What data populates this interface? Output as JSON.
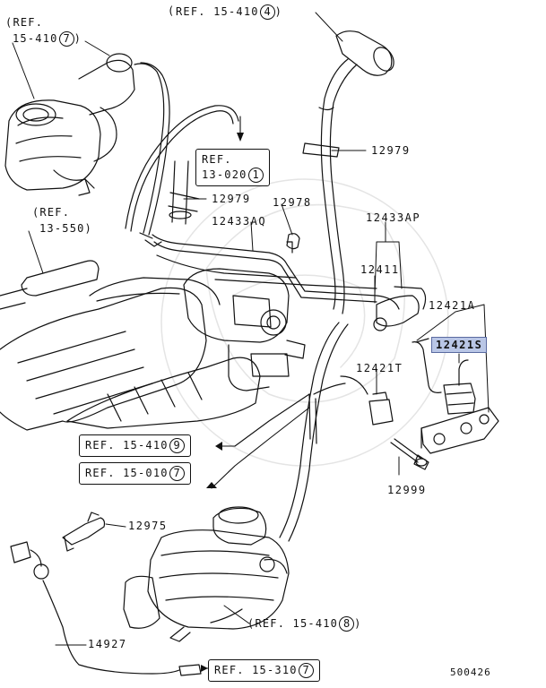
{
  "diagram_id": "500426",
  "part_numbers": {
    "p12979_top": "12979",
    "p12979_mid": "12979",
    "p12978": "12978",
    "p12433AQ": "12433AQ",
    "p12433AP": "12433AP",
    "p12411": "12411",
    "p12421A": "12421A",
    "p12421S": "12421S",
    "p12421T": "12421T",
    "p12999": "12999",
    "p12975": "12975",
    "p14927": "14927"
  },
  "refs": {
    "r1": {
      "prefix": "REF. 15-410",
      "num": "4"
    },
    "r2": {
      "prefix": "REF.",
      "line2": "15-410",
      "num": "7"
    },
    "r3": {
      "prefix": "REF.",
      "line2": "13-020",
      "num": "1"
    },
    "r4": {
      "prefix": "(REF.",
      "line2": "13-550)"
    },
    "r5": {
      "prefix": "REF. 15-410",
      "num": "9"
    },
    "r6": {
      "prefix": "REF. 15-010",
      "num": "7"
    },
    "r7": {
      "prefix": "REF. 15-410",
      "num": "8"
    },
    "r8": {
      "prefix": "REF. 15-310",
      "num": "7"
    }
  },
  "highlight_color": "#b9c6e6"
}
